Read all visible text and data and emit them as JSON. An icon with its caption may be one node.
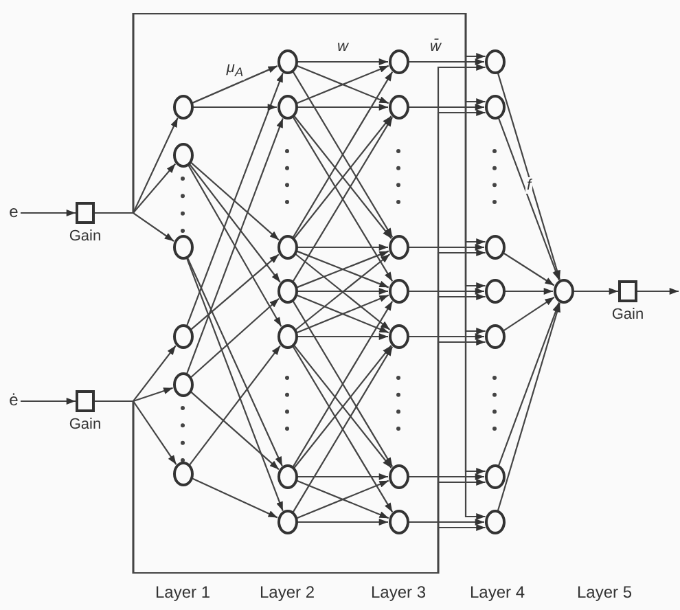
{
  "diagram": {
    "nodes": [
      {
        "text": [
          "e"
        ]
      },
      {
        "text": [
          "Gain"
        ]
      },
      {
        "text": [
          "ė"
        ]
      },
      {
        "text": [
          "Gain"
        ]
      },
      {
        "text": [],
        "shape": "circle"
      },
      {
        "text": [],
        "shape": "circle"
      },
      {
        "text": [],
        "shape": "circle"
      },
      {
        "text": [],
        "shape": "circle"
      },
      {
        "text": [],
        "shape": "circle"
      },
      {
        "text": [],
        "shape": "circle"
      },
      {
        "text": [],
        "shape": "circle"
      },
      {
        "text": [],
        "shape": "circle"
      },
      {
        "text": [],
        "shape": "circle"
      },
      {
        "text": [],
        "shape": "circle"
      },
      {
        "text": [],
        "shape": "circle"
      },
      {
        "text": [],
        "shape": "circle"
      },
      {
        "text": [],
        "shape": "circle"
      },
      {
        "text": [],
        "shape": "circle"
      },
      {
        "text": [],
        "shape": "circle"
      },
      {
        "text": [],
        "shape": "circle"
      },
      {
        "text": [],
        "shape": "circle"
      },
      {
        "text": [],
        "shape": "circle"
      },
      {
        "text": [],
        "shape": "circle"
      },
      {
        "text": [],
        "shape": "circle"
      },
      {
        "text": [],
        "shape": "circle"
      },
      {
        "text": [],
        "shape": "circle"
      },
      {
        "text": [],
        "shape": "circle"
      },
      {
        "text": [],
        "shape": "circle"
      },
      {
        "text": [],
        "shape": "circle"
      },
      {
        "text": [],
        "shape": "circle"
      },
      {
        "text": [],
        "shape": "circle"
      },
      {
        "text": [],
        "shape": "circle"
      },
      {
        "text": [
          "Gain"
        ]
      }
    ],
    "edges": [
      {
        "from": 0,
        "to": 1,
        "arrow": "to"
      },
      {
        "from": 2,
        "to": 3,
        "arrow": "to"
      },
      {
        "from": 1,
        "to": 4,
        "arrow": "to"
      },
      {
        "from": 1,
        "to": 5,
        "arrow": "to"
      },
      {
        "from": 1,
        "to": 6,
        "arrow": "to"
      },
      {
        "from": 3,
        "to": 7,
        "arrow": "to"
      },
      {
        "from": 3,
        "to": 8,
        "arrow": "to"
      },
      {
        "from": 3,
        "to": 9,
        "arrow": "to"
      },
      {
        "from": 4,
        "to": 10,
        "arrow": "to",
        "label": "μ$_{A}$"
      },
      {
        "from": 7,
        "to": 10,
        "arrow": "to"
      },
      {
        "from": 4,
        "to": 11,
        "arrow": "to"
      },
      {
        "from": 8,
        "to": 11,
        "arrow": "to"
      },
      {
        "from": 5,
        "to": 12,
        "arrow": "to"
      },
      {
        "from": 7,
        "to": 12,
        "arrow": "to"
      },
      {
        "from": 5,
        "to": 13,
        "arrow": "to"
      },
      {
        "from": 8,
        "to": 13,
        "arrow": "to"
      },
      {
        "from": 5,
        "to": 14,
        "arrow": "to"
      },
      {
        "from": 9,
        "to": 14,
        "arrow": "to"
      },
      {
        "from": 6,
        "to": 15,
        "arrow": "to"
      },
      {
        "from": 8,
        "to": 15,
        "arrow": "to"
      },
      {
        "from": 6,
        "to": 16,
        "arrow": "to"
      },
      {
        "from": 9,
        "to": 16,
        "arrow": "to"
      },
      {
        "from": 10,
        "to": 17,
        "arrow": "to",
        "label": "w"
      },
      {
        "from": 11,
        "to": 17,
        "arrow": "to"
      },
      {
        "from": 12,
        "to": 17,
        "arrow": "to"
      },
      {
        "from": 10,
        "to": 18,
        "arrow": "to"
      },
      {
        "from": 11,
        "to": 18,
        "arrow": "to"
      },
      {
        "from": 12,
        "to": 18,
        "arrow": "to"
      },
      {
        "from": 13,
        "to": 18,
        "arrow": "to"
      },
      {
        "from": 10,
        "to": 19,
        "arrow": "to"
      },
      {
        "from": 11,
        "to": 19,
        "arrow": "to"
      },
      {
        "from": 12,
        "to": 19,
        "arrow": "to"
      },
      {
        "from": 13,
        "to": 19,
        "arrow": "to"
      },
      {
        "from": 14,
        "to": 19,
        "arrow": "to"
      },
      {
        "from": 11,
        "to": 20,
        "arrow": "to"
      },
      {
        "from": 12,
        "to": 20,
        "arrow": "to"
      },
      {
        "from": 13,
        "to": 20,
        "arrow": "to"
      },
      {
        "from": 14,
        "to": 20,
        "arrow": "to"
      },
      {
        "from": 15,
        "to": 20,
        "arrow": "to"
      },
      {
        "from": 12,
        "to": 21,
        "arrow": "to"
      },
      {
        "from": 13,
        "to": 21,
        "arrow": "to"
      },
      {
        "from": 14,
        "to": 21,
        "arrow": "to"
      },
      {
        "from": 15,
        "to": 21,
        "arrow": "to"
      },
      {
        "from": 16,
        "to": 21,
        "arrow": "to"
      },
      {
        "from": 13,
        "to": 22,
        "arrow": "to"
      },
      {
        "from": 14,
        "to": 22,
        "arrow": "to"
      },
      {
        "from": 15,
        "to": 22,
        "arrow": "to"
      },
      {
        "from": 16,
        "to": 22,
        "arrow": "to"
      },
      {
        "from": 14,
        "to": 23,
        "arrow": "to"
      },
      {
        "from": 15,
        "to": 23,
        "arrow": "to"
      },
      {
        "from": 16,
        "to": 23,
        "arrow": "to"
      },
      {
        "from": 17,
        "to": 24,
        "arrow": "to",
        "label": "w̄"
      },
      {
        "from": 18,
        "to": 25,
        "arrow": "to"
      },
      {
        "from": 19,
        "to": 26,
        "arrow": "to"
      },
      {
        "from": 20,
        "to": 27,
        "arrow": "to"
      },
      {
        "from": 21,
        "to": 28,
        "arrow": "to"
      },
      {
        "from": 22,
        "to": 29,
        "arrow": "to"
      },
      {
        "from": 23,
        "to": 30,
        "arrow": "to"
      },
      {
        "from": 1,
        "to": 24,
        "arrow": "to"
      },
      {
        "from": 1,
        "to": 25,
        "arrow": "to"
      },
      {
        "from": 1,
        "to": 26,
        "arrow": "to"
      },
      {
        "from": 1,
        "to": 27,
        "arrow": "to"
      },
      {
        "from": 1,
        "to": 28,
        "arrow": "to"
      },
      {
        "from": 1,
        "to": 29,
        "arrow": "to"
      },
      {
        "from": 1,
        "to": 30,
        "arrow": "to"
      },
      {
        "from": 3,
        "to": 24,
        "arrow": "to"
      },
      {
        "from": 3,
        "to": 25,
        "arrow": "to"
      },
      {
        "from": 3,
        "to": 26,
        "arrow": "to"
      },
      {
        "from": 3,
        "to": 27,
        "arrow": "to"
      },
      {
        "from": 3,
        "to": 28,
        "arrow": "to"
      },
      {
        "from": 3,
        "to": 29,
        "arrow": "to"
      },
      {
        "from": 3,
        "to": 30,
        "arrow": "to"
      },
      {
        "from": 24,
        "to": 31,
        "arrow": "to"
      },
      {
        "from": 25,
        "to": 31,
        "arrow": "to",
        "label": "f"
      },
      {
        "from": 26,
        "to": 31,
        "arrow": "to"
      },
      {
        "from": 27,
        "to": 31,
        "arrow": "to"
      },
      {
        "from": 28,
        "to": 31,
        "arrow": "to"
      },
      {
        "from": 29,
        "to": 31,
        "arrow": "to"
      },
      {
        "from": 30,
        "to": 31,
        "arrow": "to"
      },
      {
        "from": 31,
        "to": 32,
        "arrow": "to"
      },
      {
        "from": 32,
        "to": null,
        "arrow": "to"
      }
    ],
    "labels": [
      "Layer 1",
      "Layer 2",
      "Layer 3",
      "Layer 4",
      "Layer 5"
    ]
  }
}
